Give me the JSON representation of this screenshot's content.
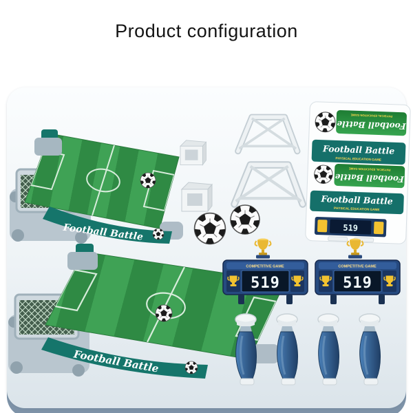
{
  "page": {
    "title": "Product configuration"
  },
  "brand": {
    "board_label": "Football Battle"
  },
  "stickers": {
    "logo_a": "Football Battle",
    "logo_a_sub": "PHYSICAL EDUCATION GAME",
    "banner_a_title": "Football Battle",
    "banner_a_sub": "PHYSICAL EDUCATION GAME",
    "logo_b": "Football Battle",
    "logo_b_sub": "PHYSICAL EDUCATION GAME",
    "banner_b_title": "Football Battle",
    "banner_b_sub": "PHYSICAL EDUCATION GAME",
    "mini_score": "519"
  },
  "scoreboard": {
    "header": "COMPETITIVE GAME",
    "score": "519"
  },
  "icons": {
    "soccer_ball": "circle-with-pentagon-patches",
    "trophy": "gold-cup-on-base"
  },
  "colors": {
    "field_green": "#3fa255",
    "field_green_dark": "#2f8a44",
    "banner_teal": "#15706a",
    "scoreboard_navy": "#264a80",
    "accent_yellow": "#f2c230",
    "handle_blue": "#2c5a8c",
    "card_shadow": "#7e93a8"
  }
}
